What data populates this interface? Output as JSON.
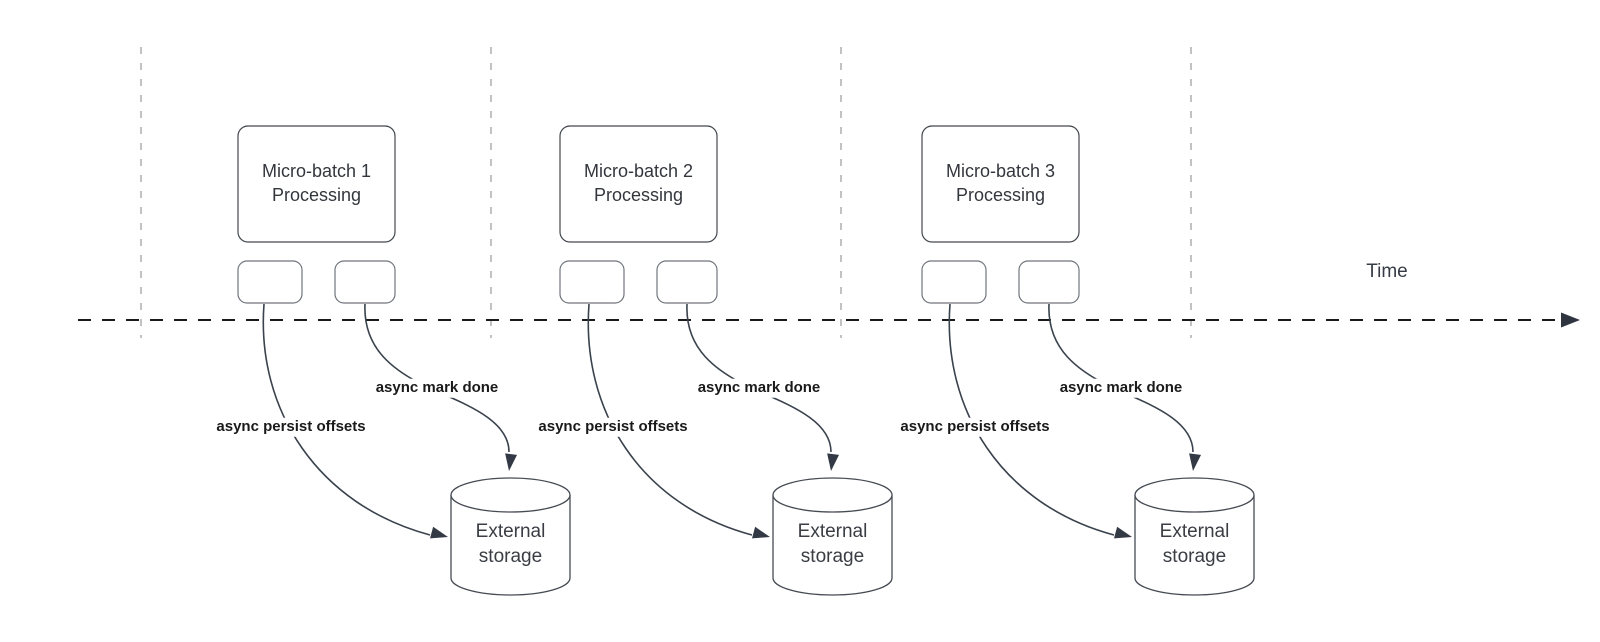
{
  "diagram": {
    "time_axis_label": "Time",
    "groups": [
      {
        "box_line1": "Micro-batch 1",
        "box_line2": "Processing",
        "persist_arrow_label": "async persist offsets",
        "mark_done_arrow_label": "async mark done",
        "storage_line1": "External",
        "storage_line2": "storage"
      },
      {
        "box_line1": "Micro-batch 2",
        "box_line2": "Processing",
        "persist_arrow_label": "async persist offsets",
        "mark_done_arrow_label": "async mark done",
        "storage_line1": "External",
        "storage_line2": "storage"
      },
      {
        "box_line1": "Micro-batch 3",
        "box_line2": "Processing",
        "persist_arrow_label": "async persist offsets",
        "mark_done_arrow_label": "async mark done",
        "storage_line1": "External",
        "storage_line2": "storage"
      }
    ],
    "colors": {
      "guide_line": "#adadad",
      "time_axis": "#1a1a1a",
      "axis_arrow": "#2e3540",
      "arrow": "#3a424d",
      "arrowhead": "#333a45",
      "big_box_stroke": "#43474e",
      "small_box_stroke": "#70757c",
      "cylinder_stroke": "#464b53",
      "label_text": "#1a1a1a",
      "shape_text": "#33373d"
    }
  }
}
